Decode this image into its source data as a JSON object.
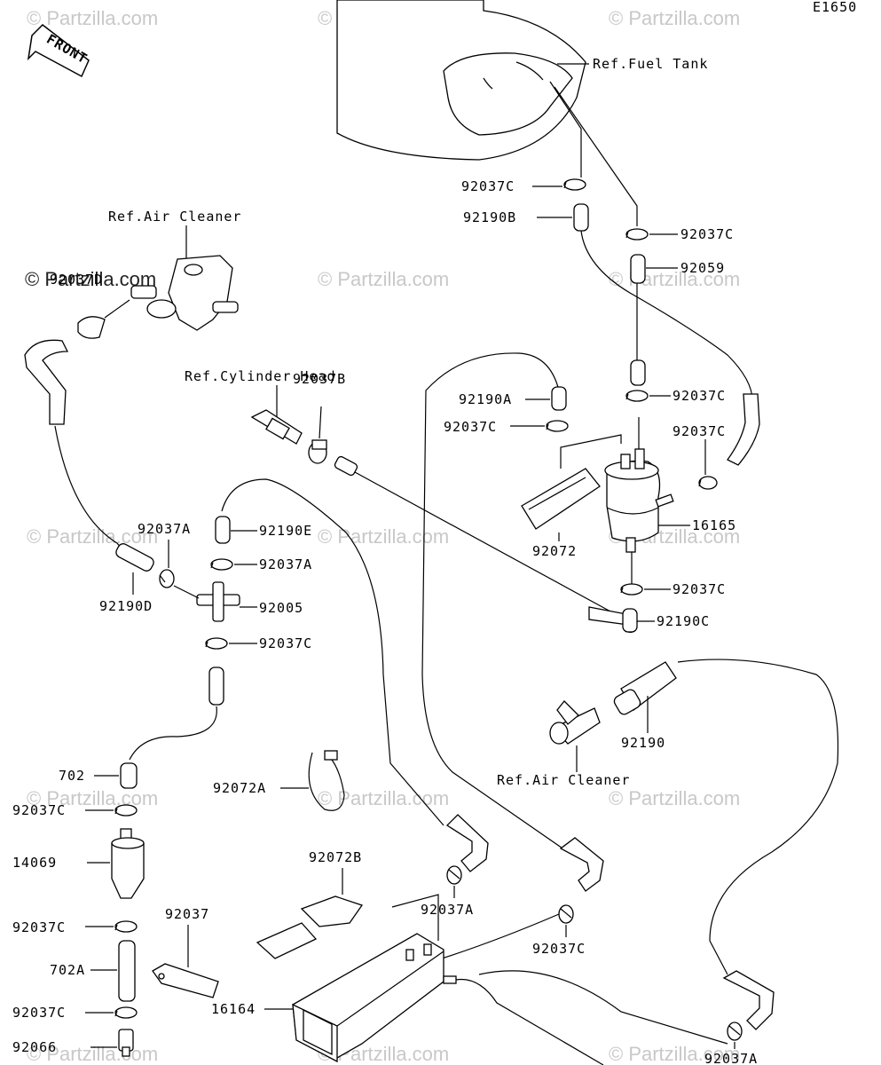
{
  "diagram_code": "E1650",
  "front_label": "FRONT",
  "watermark": "© Partzilla.com",
  "references": {
    "fuel_tank": "Ref.Fuel Tank",
    "air_cleaner_top": "Ref.Air Cleaner",
    "cylinder_head": "Ref.Cylinder Head",
    "air_cleaner_right": "Ref.Air Cleaner"
  },
  "parts": [
    "92037C",
    "92190B",
    "92037C",
    "92059",
    "92037D",
    "92037B",
    "92190A",
    "92037C",
    "92037C",
    "92037C",
    "92072",
    "16165",
    "92037A",
    "92190E",
    "92037A",
    "92190D",
    "92005",
    "92037C",
    "92037C",
    "92190C",
    "92190",
    "702",
    "92072A",
    "92037C",
    "14069",
    "92072B",
    "92037A",
    "92037",
    "92037C",
    "92037C",
    "702A",
    "16164",
    "92037C",
    "92066",
    "92037A"
  ]
}
